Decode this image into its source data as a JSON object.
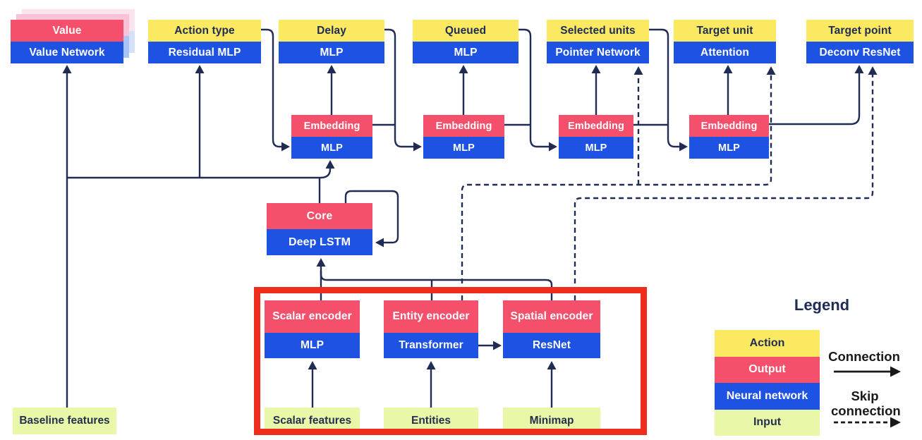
{
  "nodes": {
    "value": {
      "top": "Value",
      "bottom": "Value Network"
    },
    "action_type": {
      "top": "Action type",
      "bottom": "Residual MLP"
    },
    "delay": {
      "top": "Delay",
      "bottom": "MLP"
    },
    "queued": {
      "top": "Queued",
      "bottom": "MLP"
    },
    "selected_units": {
      "top": "Selected units",
      "bottom": "Pointer Network"
    },
    "target_unit": {
      "top": "Target unit",
      "bottom": "Attention"
    },
    "target_point": {
      "top": "Target point",
      "bottom": "Deconv ResNet"
    },
    "embedding1": {
      "top": "Embedding",
      "bottom": "MLP"
    },
    "embedding2": {
      "top": "Embedding",
      "bottom": "MLP"
    },
    "embedding3": {
      "top": "Embedding",
      "bottom": "MLP"
    },
    "embedding4": {
      "top": "Embedding",
      "bottom": "MLP"
    },
    "core": {
      "top": "Core",
      "bottom": "Deep LSTM"
    },
    "scalar_encoder": {
      "top": "Scalar encoder",
      "bottom": "MLP"
    },
    "entity_encoder": {
      "top": "Entity encoder",
      "bottom": "Transformer"
    },
    "spatial_encoder": {
      "top": "Spatial encoder",
      "bottom": "ResNet"
    },
    "baseline_features": {
      "label": "Baseline features"
    },
    "scalar_features": {
      "label": "Scalar features"
    },
    "entities": {
      "label": "Entities"
    },
    "minimap": {
      "label": "Minimap"
    }
  },
  "legend": {
    "title": "Legend",
    "rows": [
      {
        "label": "Action",
        "type": "action"
      },
      {
        "label": "Output",
        "type": "output"
      },
      {
        "label": "Neural network",
        "type": "network"
      },
      {
        "label": "Input",
        "type": "input"
      }
    ],
    "connection_label": "Connection",
    "skip_connection_label": "Skip connection"
  },
  "colors": {
    "action_yellow": "#fbea61",
    "output_pink": "#f4506b",
    "network_blue": "#1d52e3",
    "input_green": "#e9f7a8",
    "line_navy": "#212c55",
    "highlight_red": "#ee2b1c"
  }
}
